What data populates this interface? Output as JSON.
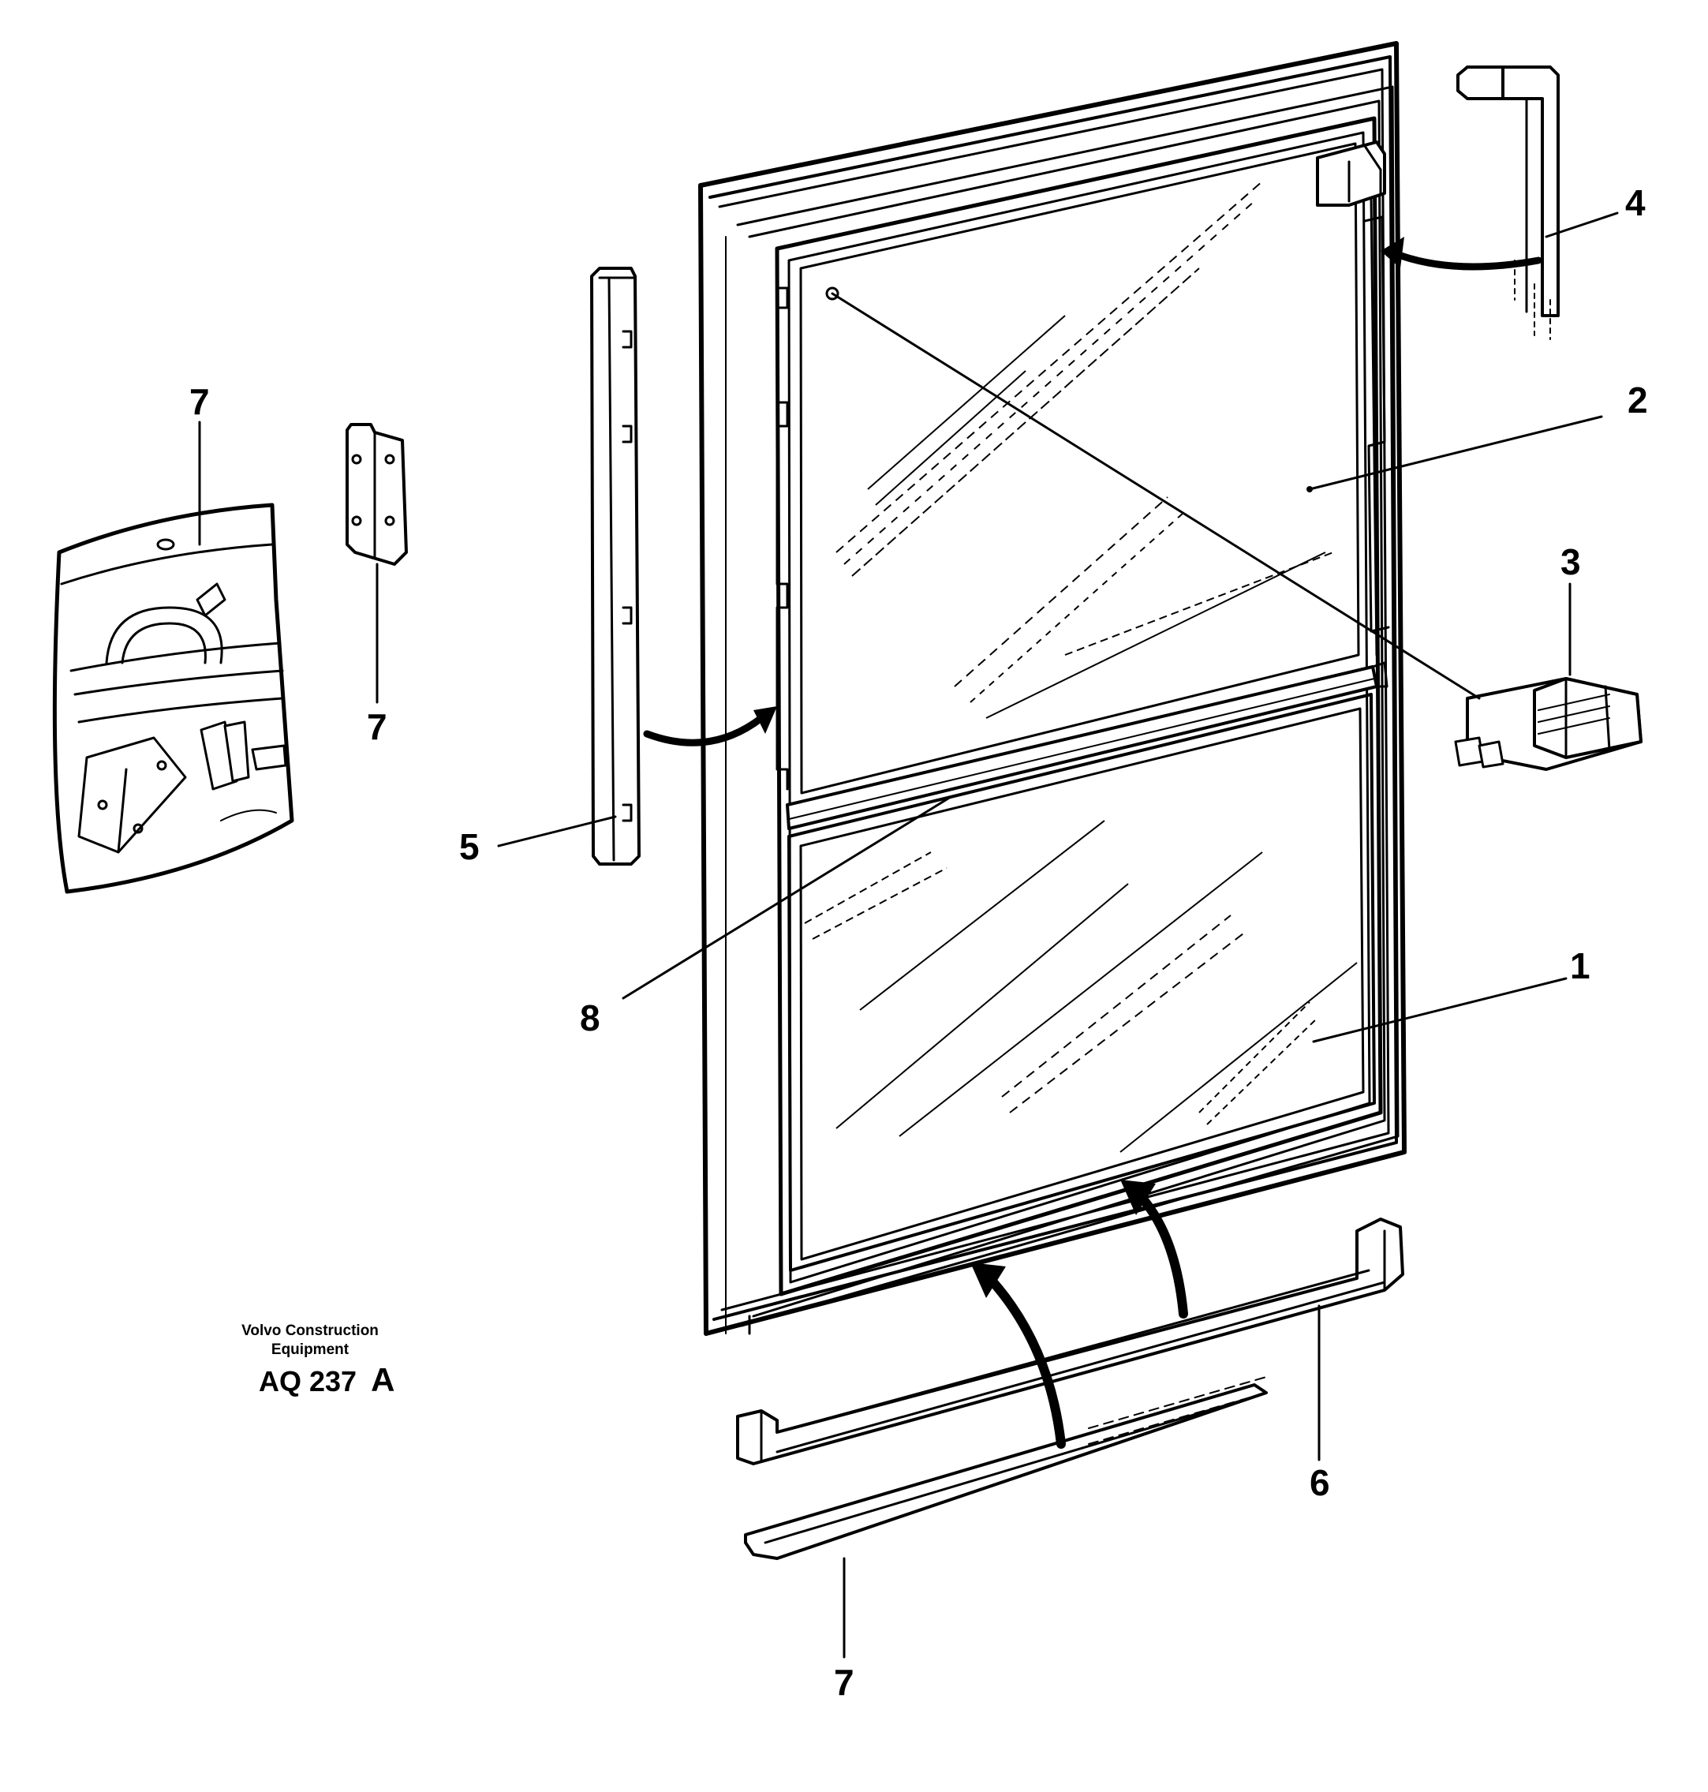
{
  "callouts": {
    "c1": "1",
    "c2": "2",
    "c3": "3",
    "c4": "4",
    "c5": "5",
    "c6": "6",
    "c7_bag": "7",
    "c7_plate": "7",
    "c7_strip": "7",
    "c8": "8"
  },
  "stamp": {
    "brand_line1": "Volvo Construction",
    "brand_line2": "Equipment",
    "drawing_code": "AQ 237",
    "revision": "A"
  },
  "colors": {
    "ink": "#000000",
    "paper": "#ffffff"
  }
}
